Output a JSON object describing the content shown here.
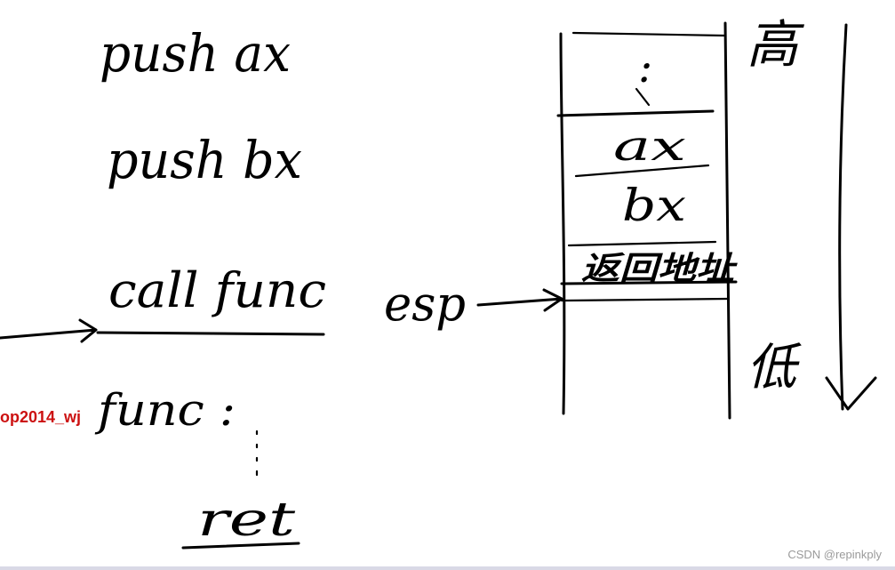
{
  "code": {
    "line1": "push ax",
    "line2": "push bx",
    "line3": "call func",
    "line4": "func :",
    "line5": "ret"
  },
  "stack": {
    "top_dots": ":",
    "cell_ax": "ax",
    "cell_bx": "bx",
    "cell_return": "返回地址",
    "pointer": "esp"
  },
  "direction": {
    "high": "高",
    "low": "低"
  },
  "overlay": {
    "tag": "op2014_wj",
    "watermark": "CSDN @repinkply"
  }
}
